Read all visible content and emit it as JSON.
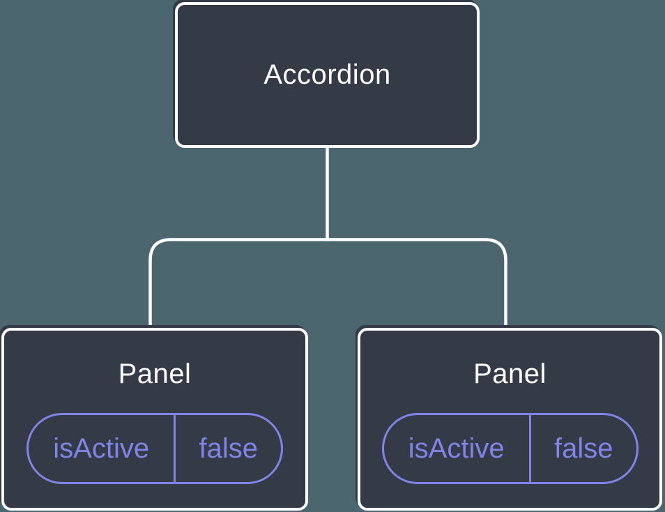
{
  "diagram": {
    "description": "component-tree",
    "root_node": {
      "label": "Accordion"
    },
    "panels": [
      {
        "label": "Panel",
        "state_key": "isActive",
        "state_value": "false"
      },
      {
        "label": "Panel",
        "state_key": "isActive",
        "state_value": "false"
      }
    ],
    "colors": {
      "background": "#4c6670",
      "node_fill": "#343b47",
      "node_border": "#ffffff",
      "node_text": "#ffffff",
      "state_accent": "#8084e8",
      "connector": "#ffffff"
    }
  }
}
